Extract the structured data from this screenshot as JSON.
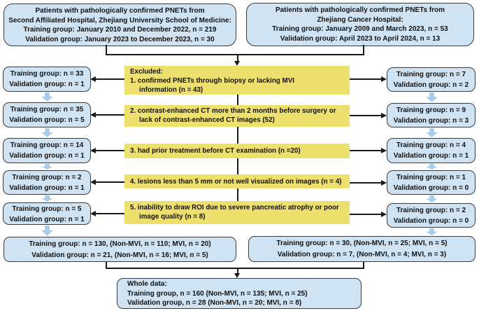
{
  "figure": {
    "title_semantic": "PNET patient selection flowchart",
    "colors": {
      "box_fill": "#cfe3f2",
      "box_border": "#3c3c3c",
      "excluded_fill": "#eee06e",
      "flow_arrow": "#a9cde9",
      "connector_line": "#1a1a1a"
    },
    "top_left_box": {
      "lines": [
        "Patients with pathologically confirmed PNETs from",
        "Second Affiliated Hospital, Zhejiang University School of Medicine:",
        "Training group: January 2010 and December 2022, n = 219",
        "Validation group: January 2023 to December 2023, n = 30"
      ]
    },
    "top_right_box": {
      "lines": [
        "Patients with pathologically confirmed PNETs from",
        "Zhejiang Cancer Hospital:",
        "Training group: January 2009 and March 2023, n = 53",
        "Validation group: April 2023 to April 2024, n = 13"
      ]
    },
    "excluded_box_1": {
      "header": "Excluded:",
      "line1": "1. confirmed PNETs through biopsy or lacking MVI",
      "line2": "information (n = 43)"
    },
    "excluded_box_2": {
      "line1": "2. contrast-enhanced CT more than 2 months before surgery or",
      "line2": "lack of contrast-enhanced CT images (52)"
    },
    "excluded_box_3": {
      "line1": "3. had prior treatment before CT examination (n =20)"
    },
    "excluded_box_4": {
      "line1": "4. lesions less than 5 mm or not well visualized on images (n = 4)"
    },
    "excluded_box_5": {
      "line1": "5. inability to draw ROI due to severe pancreatic atrophy or poor",
      "line2": "image quality (n = 8)"
    },
    "left_boxes": [
      {
        "lines": [
          "Training group: n = 33",
          "Validation group: n = 1"
        ]
      },
      {
        "lines": [
          "Training group: n = 35",
          "Validation group: n = 5"
        ]
      },
      {
        "lines": [
          "Training group: n = 14",
          "Validation group: n = 1"
        ]
      },
      {
        "lines": [
          "Training group: n = 2",
          "Validation group: n = 1"
        ]
      },
      {
        "lines": [
          "Training group: n = 5",
          "Validation group: n = 1"
        ]
      }
    ],
    "right_boxes": [
      {
        "lines": [
          "Training group: n = 7",
          "Validation group: n = 2"
        ]
      },
      {
        "lines": [
          "Training group: n = 9",
          "Validation group: n = 3"
        ]
      },
      {
        "lines": [
          "Training group: n = 4",
          "Validation group: n = 1"
        ]
      },
      {
        "lines": [
          "Training group: n = 1",
          "Validation group: n = 0"
        ]
      },
      {
        "lines": [
          "Training group: n = 2",
          "Validation group: n = 0"
        ]
      }
    ],
    "summary_left_box": {
      "lines": [
        "Training group: n = 130, (Non-MVI, n = 110; MVI, n = 20)",
        "Validation group: n = 21, (Non-MVI, n = 16; MVI, n = 5)"
      ]
    },
    "summary_right_box": {
      "lines": [
        "Training group: n = 30, (Non-MVI, n = 25; MVI, n = 5)",
        "Validation group: n = 7, (Non-MVI, n = 4; MVI, n = 3)"
      ]
    },
    "whole_data_box": {
      "lines": [
        "Whole data:",
        "Training group, n = 160 (Non-MVI, n = 135; MVI, n = 25)",
        "Validation group, n = 28 (Non-MVI, n = 20; MVI, n = 8)"
      ]
    }
  }
}
